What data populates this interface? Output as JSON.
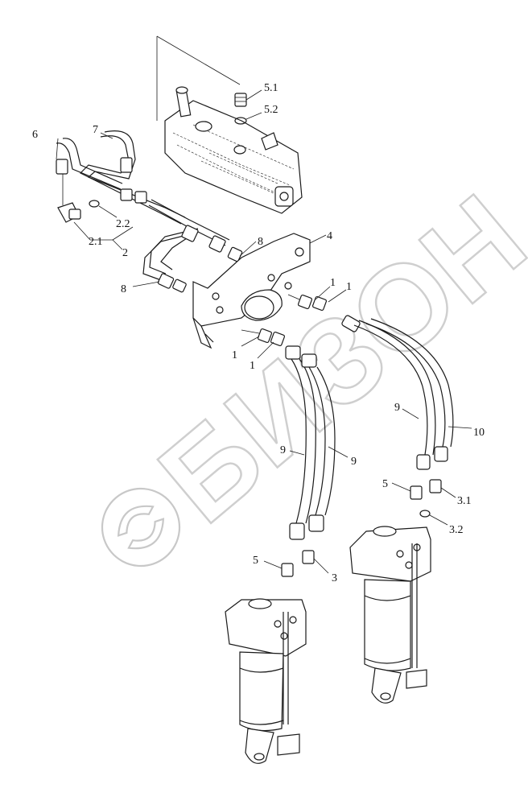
{
  "diagram": {
    "watermark_text": "БИЗОН",
    "callouts": [
      {
        "id": "c-5-1",
        "text": "5.1"
      },
      {
        "id": "c-5-2",
        "text": "5.2"
      },
      {
        "id": "c-6",
        "text": "6"
      },
      {
        "id": "c-7",
        "text": "7"
      },
      {
        "id": "c-2-2",
        "text": "2.2"
      },
      {
        "id": "c-2-1",
        "text": "2.1"
      },
      {
        "id": "c-2",
        "text": "2"
      },
      {
        "id": "c-4",
        "text": "4"
      },
      {
        "id": "c-8a",
        "text": "8"
      },
      {
        "id": "c-8b",
        "text": "8"
      },
      {
        "id": "c-1a",
        "text": "1"
      },
      {
        "id": "c-1b",
        "text": "1"
      },
      {
        "id": "c-1c",
        "text": "1"
      },
      {
        "id": "c-1d",
        "text": "1"
      },
      {
        "id": "c-9a",
        "text": "9"
      },
      {
        "id": "c-9b",
        "text": "9"
      },
      {
        "id": "c-9c",
        "text": "9"
      },
      {
        "id": "c-10",
        "text": "10"
      },
      {
        "id": "c-5a",
        "text": "5"
      },
      {
        "id": "c-3-1",
        "text": "3.1"
      },
      {
        "id": "c-3-2",
        "text": "3.2"
      },
      {
        "id": "c-5b",
        "text": "5"
      },
      {
        "id": "c-3",
        "text": "3"
      }
    ]
  }
}
